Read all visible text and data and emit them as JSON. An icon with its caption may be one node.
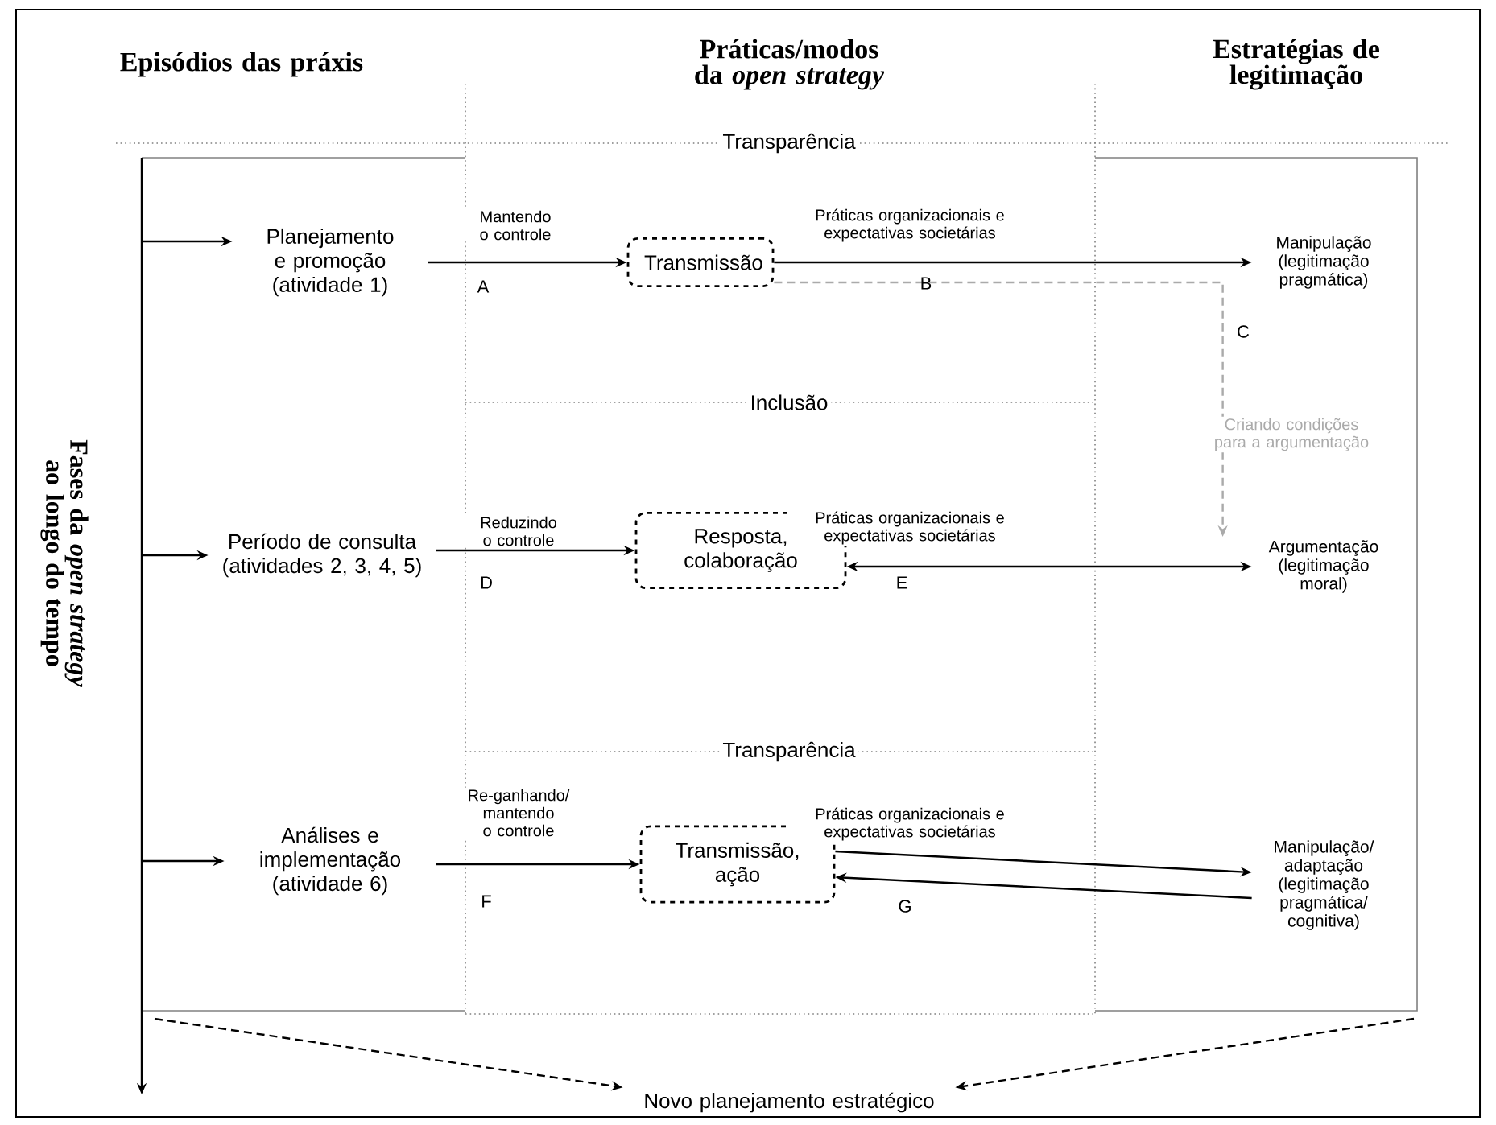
{
  "diagram": {
    "nodes": [
      {
        "text": [
          "Planejamento e promoção (atividade 1)"
        ]
      },
      {
        "text": [
          "Transmissão"
        ]
      },
      {
        "text": [
          "Manipulação (legitimação pragmática)"
        ]
      },
      {
        "text": [
          "Período de consulta (atividades 2, 3, 4, 5)"
        ]
      },
      {
        "text": [
          "Resposta, colaboração"
        ]
      },
      {
        "text": [
          "Argumentação (legitimação moral)"
        ]
      },
      {
        "text": [
          "Análises e implementação (atividade 6)"
        ]
      },
      {
        "text": [
          "Transmissão, ação"
        ]
      },
      {
        "text": [
          "Manipulação/ adaptação (legitimação pragmática/ cognitiva)"
        ]
      },
      {
        "text": [
          "Novo planejamento estratégico"
        ]
      }
    ],
    "edges": [
      {
        "from": null,
        "to": 0,
        "arrow": "to"
      },
      {
        "from": null,
        "to": 3,
        "arrow": "to"
      },
      {
        "from": null,
        "to": 6,
        "arrow": "to"
      },
      {
        "from": 0,
        "to": 1,
        "arrow": "to",
        "label": "Mantendo o controle"
      },
      {
        "from": 1,
        "to": 2,
        "arrow": "to",
        "label": "Práticas organizacionais e expectativas societárias"
      },
      {
        "from": 1,
        "to": 5,
        "arrow": "to",
        "label": "Criando condições para a argumentação",
        "style": "dashed",
        "color": "#aaaaaa"
      },
      {
        "from": 3,
        "to": 4,
        "arrow": "to",
        "label": "Reduzindo o controle"
      },
      {
        "from": 4,
        "to": 5,
        "arrow": "both",
        "label": "Práticas organizacionais e expectativas societárias"
      },
      {
        "from": 6,
        "to": 7,
        "arrow": "to",
        "label": "Re-ganhando/ mantendo o controle"
      },
      {
        "from": 7,
        "to": 8,
        "arrow": "to",
        "label": "Práticas organizacionais e expectativas societárias"
      },
      {
        "from": 8,
        "to": 7,
        "arrow": "to"
      },
      {
        "from": null,
        "to": 9,
        "arrow": "to",
        "style": "dashed"
      },
      {
        "from": null,
        "to": 9,
        "arrow": "to",
        "style": "dashed"
      }
    ],
    "labels": [
      "Episódios das práxis",
      "Práticas/modos da *open strategy*",
      "Estratégias de legitimação",
      "Transparência",
      "Inclusão",
      "Transparência",
      "A",
      "B",
      "C",
      "D",
      "E",
      "F",
      "G",
      "Fases da *open strategy* ao longo do tempo"
    ]
  }
}
